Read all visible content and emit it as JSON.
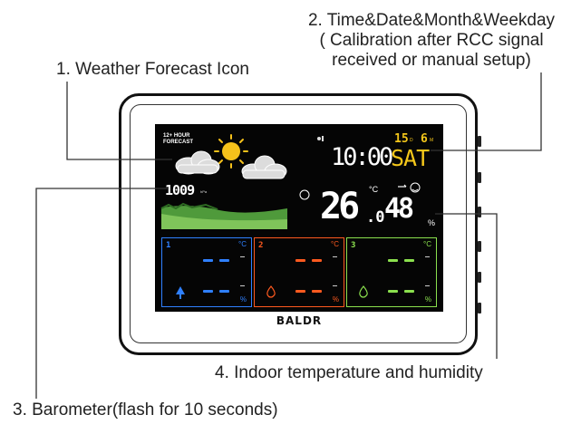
{
  "callouts": {
    "forecast_icon": "1. Weather Forecast Icon",
    "time_date_title": "2. Time&Date&Month&Weekday",
    "time_date_sub1": "( Calibration after RCC signal",
    "time_date_sub2": "received or manual setup)",
    "barometer": "3. Barometer(flash for 10 seconds)",
    "indoor": "4. Indoor temperature and humidity"
  },
  "display": {
    "forecast_label_line1": "12+ HOUR",
    "forecast_label_line2": "FORECAST",
    "pressure": "1009",
    "pressure_unit": "hPa",
    "time": "10:00",
    "day": "15",
    "day_unit": "D",
    "month": "6",
    "month_unit": "M",
    "weekday": "SAT",
    "indoor_temp_int": "26",
    "indoor_temp_dec": ".0",
    "temp_unit": "°C",
    "indoor_humidity": "48",
    "humidity_unit": "%",
    "channels": [
      {
        "num": "1",
        "color": "#2f80ff",
        "unit": "°C",
        "pct": "%"
      },
      {
        "num": "2",
        "color": "#ff5a1f",
        "unit": "°C",
        "pct": "%"
      },
      {
        "num": "3",
        "color": "#8be04e",
        "unit": "°C",
        "pct": "%"
      }
    ]
  },
  "brand": "BALDR",
  "colors": {
    "accent_yellow": "#f3c61a",
    "ch1": "#2f80ff",
    "ch2": "#ff5a1f",
    "ch3": "#8be04e"
  }
}
